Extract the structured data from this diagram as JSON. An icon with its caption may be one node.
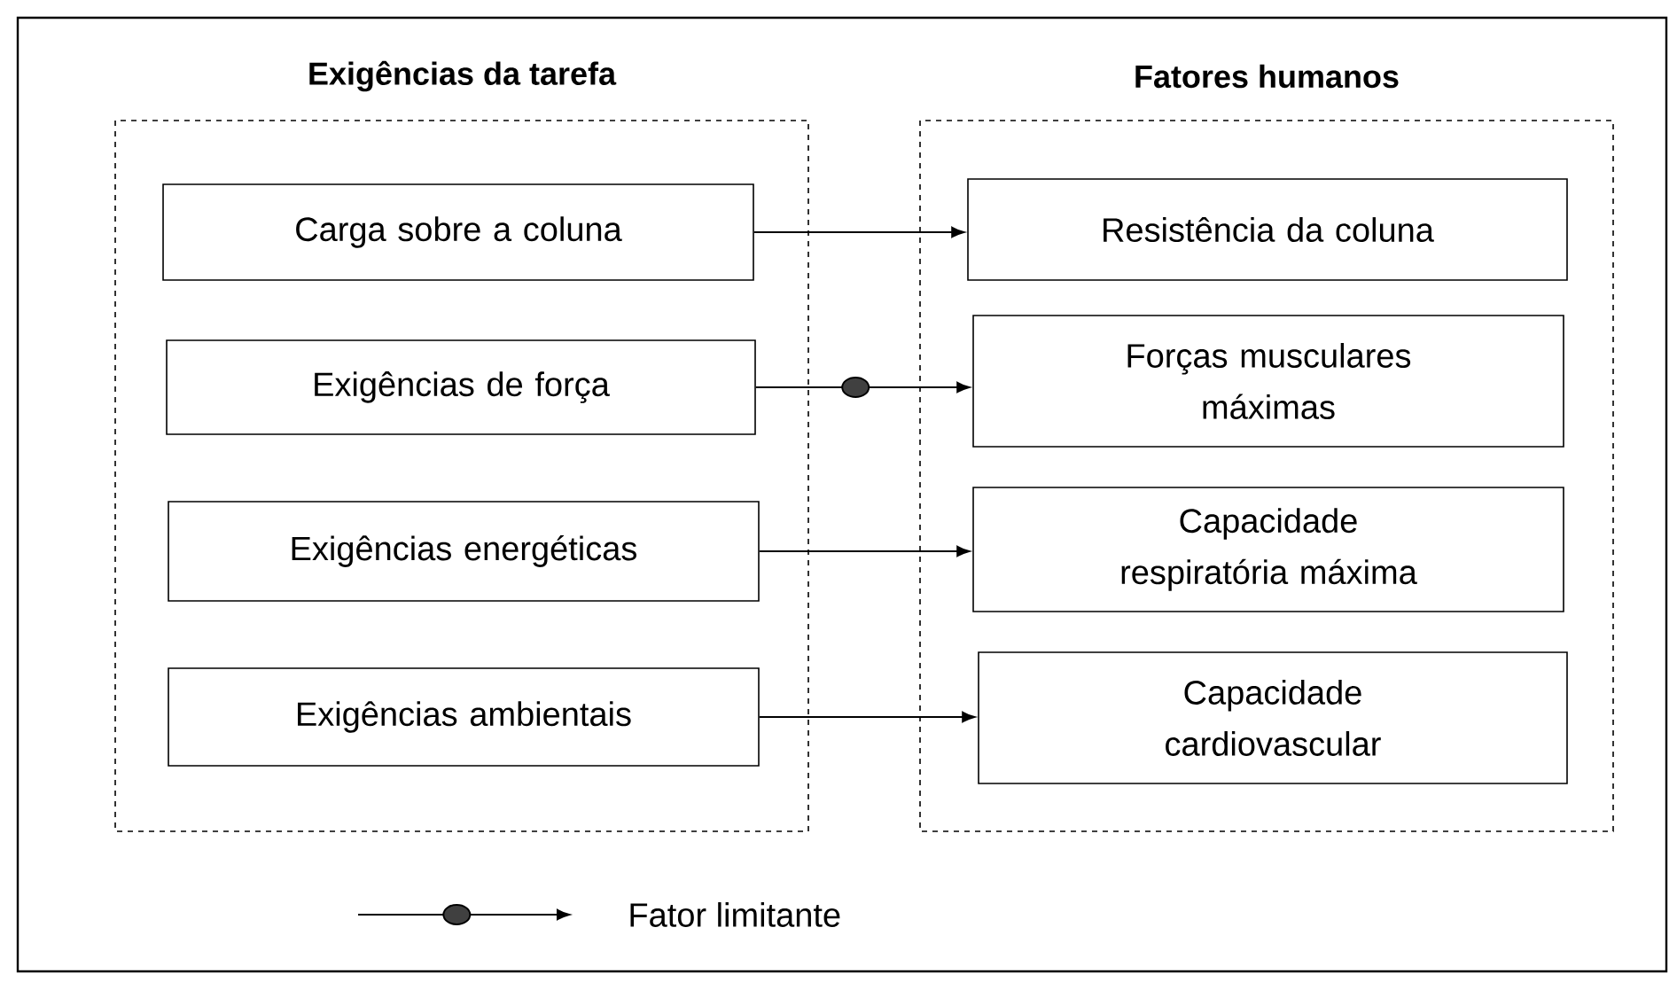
{
  "diagram": {
    "nodes": [
      {
        "text": [
          "Exigências da tarefa"
        ]
      },
      {
        "text": [
          "Fatores humanos"
        ]
      },
      {
        "text": [
          "Carga sobre a coluna"
        ],
        "in": 0
      },
      {
        "text": [
          "Exigências de força"
        ],
        "in": 0
      },
      {
        "text": [
          "Exigências energéticas"
        ],
        "in": 0
      },
      {
        "text": [
          "Exigências ambientais"
        ],
        "in": 0
      },
      {
        "text": [
          "Resistência da coluna"
        ],
        "in": 1
      },
      {
        "text": [
          "Forças musculares máximas"
        ],
        "in": 1
      },
      {
        "text": [
          "Capacidade respiratória máxima"
        ],
        "in": 1
      },
      {
        "text": [
          "Capacidade cardiovascular"
        ],
        "in": 1
      }
    ],
    "edges": [
      {
        "from": 2,
        "to": 6,
        "arrow": "to"
      },
      {
        "from": 3,
        "to": 7,
        "arrow": "to"
      },
      {
        "from": 4,
        "to": 8,
        "arrow": "to"
      },
      {
        "from": 5,
        "to": 9,
        "arrow": "to"
      }
    ],
    "legend": [
      {
        "text": "Fator limitante"
      }
    ]
  }
}
